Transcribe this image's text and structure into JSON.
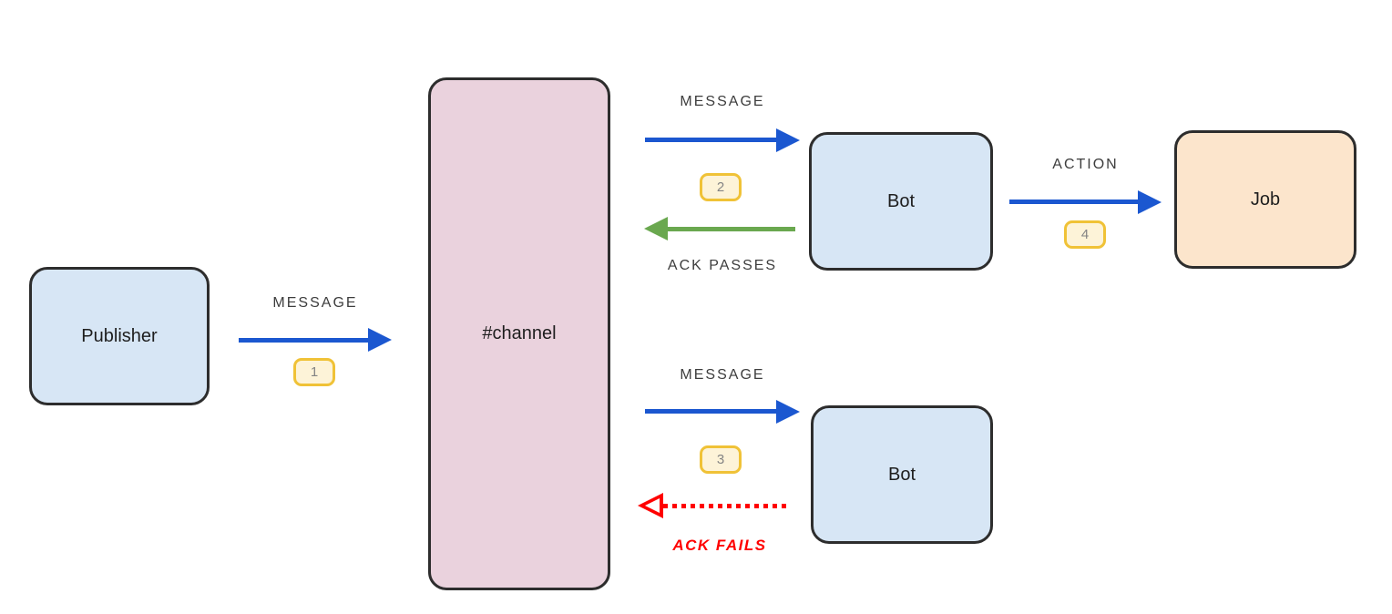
{
  "diagram": {
    "type": "flow-diagram",
    "nodes": {
      "publisher": {
        "label": "Publisher",
        "fill": "#d7e6f5"
      },
      "channel": {
        "label": "#channel",
        "fill": "#ead2dd"
      },
      "bot_ack": {
        "label": "Bot",
        "fill": "#d7e6f5"
      },
      "job": {
        "label": "Job",
        "fill": "#fce5cc"
      },
      "bot_nack": {
        "label": "Bot",
        "fill": "#d7e6f5"
      }
    },
    "edges": {
      "publish": {
        "label": "MESSAGE",
        "badge": "1",
        "from": "Publisher",
        "to": "#channel",
        "direction": "right",
        "style": "solid",
        "color": "#1b57d0"
      },
      "deliver_ack": {
        "label": "MESSAGE",
        "badge": "2",
        "from": "#channel",
        "to": "Bot",
        "direction": "right",
        "style": "solid",
        "color": "#1b57d0"
      },
      "ack_passes": {
        "label": "ACK PASSES",
        "from": "Bot",
        "to": "#channel",
        "direction": "left",
        "style": "solid",
        "color": "#6aa84f"
      },
      "action": {
        "label": "ACTION",
        "badge": "4",
        "from": "Bot",
        "to": "Job",
        "direction": "right",
        "style": "solid",
        "color": "#1b57d0"
      },
      "deliver_nack": {
        "label": "MESSAGE",
        "badge": "3",
        "from": "#channel",
        "to": "Bot",
        "direction": "right",
        "style": "solid",
        "color": "#1b57d0"
      },
      "ack_fails": {
        "label": "ACK FAILS",
        "from": "Bot",
        "to": "#channel",
        "direction": "left",
        "style": "dotted",
        "color": "#ff0000"
      }
    },
    "colors": {
      "arrow_blue": "#1b57d0",
      "arrow_green": "#6aa84f",
      "arrow_red": "#ff0000",
      "badge_border": "#f0c237",
      "badge_fill": "#fdf3d8",
      "badge_text": "#848484",
      "node_border": "#2d2d2d",
      "edge_label_text": "#3d3d3d",
      "background": "#ffffff"
    }
  }
}
